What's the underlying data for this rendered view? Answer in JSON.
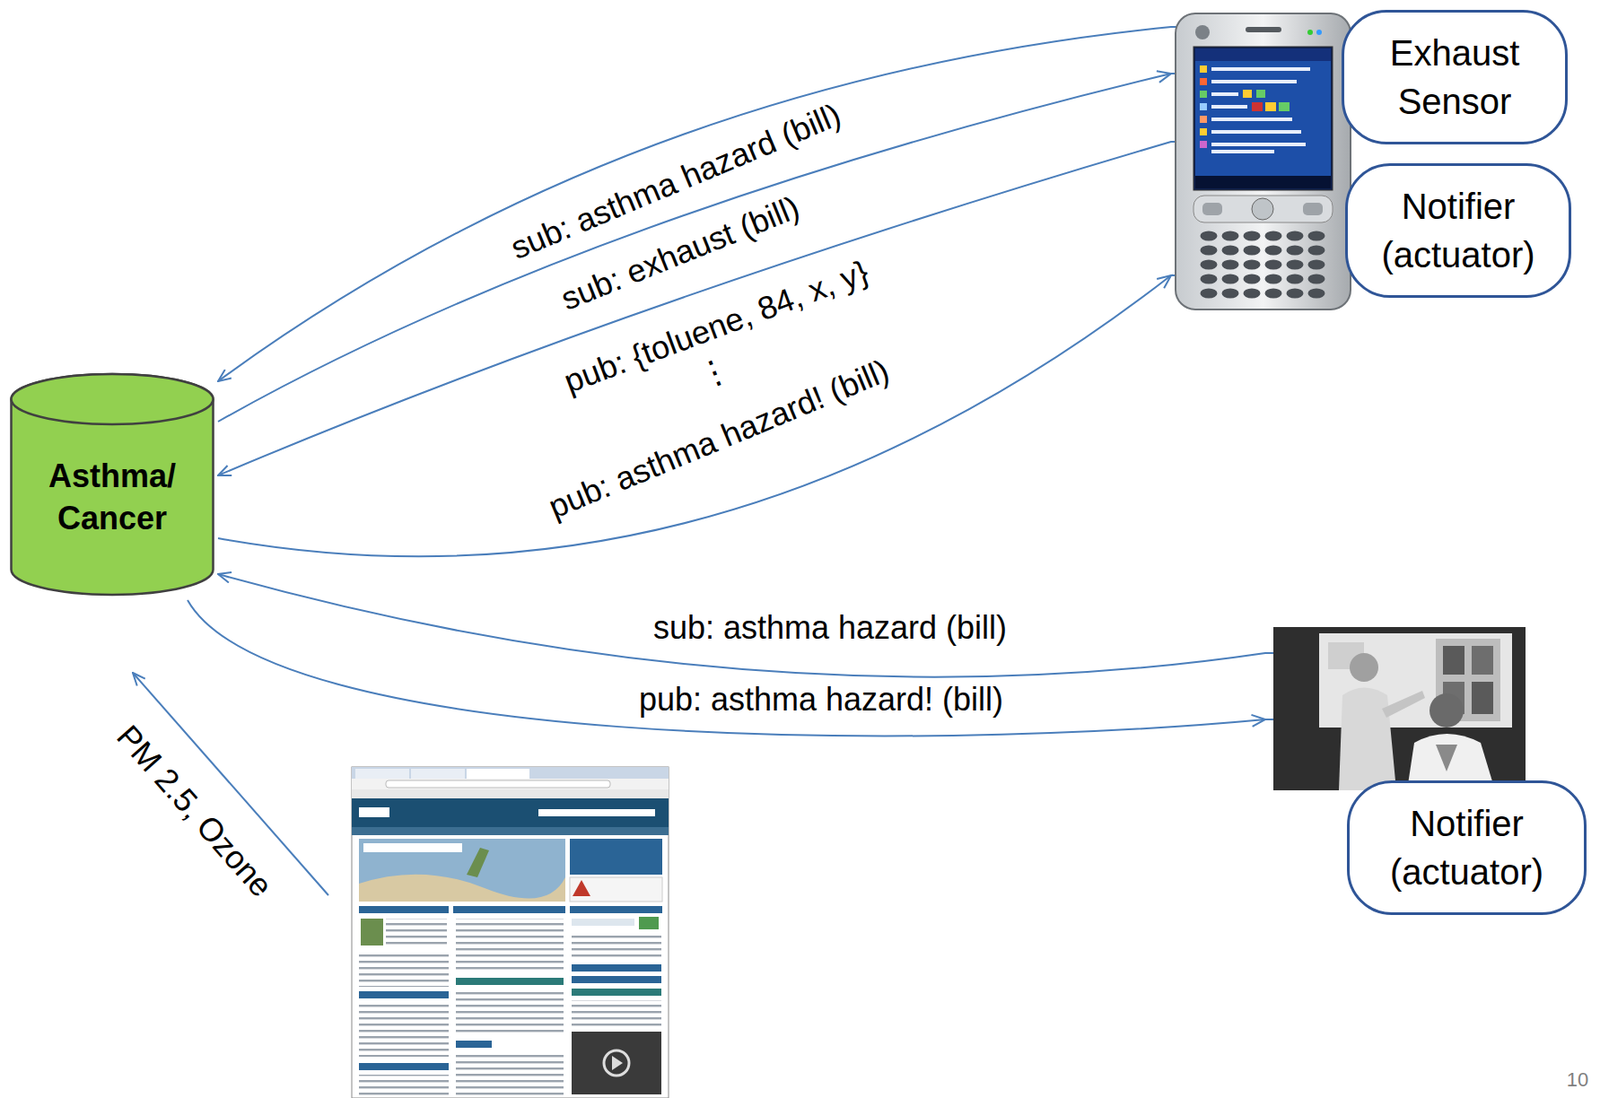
{
  "diagram": {
    "nodes": [
      {
        "text": [
          "Asthma/ Cancer"
        ]
      },
      {
        "text": [
          "Exhaust Sensor"
        ]
      },
      {
        "text": [
          "Notifier (actuator)"
        ]
      },
      {
        "text": [
          "Notifier (actuator)"
        ]
      }
    ],
    "edges": [
      {
        "from": 2,
        "to": 0,
        "label": "sub: asthma hazard (bill)",
        "arrow": "to"
      },
      {
        "from": 0,
        "to": 1,
        "label": "sub: exhaust (bill)",
        "arrow": "to"
      },
      {
        "from": 1,
        "to": 0,
        "label": "pub: {toluene, 84, x, y}",
        "arrow": "to"
      },
      {
        "from": 0,
        "to": 2,
        "label": "pub: asthma hazard! (bill)",
        "arrow": "to"
      },
      {
        "from": 3,
        "to": 0,
        "label": "sub: asthma hazard (bill)",
        "arrow": "to"
      },
      {
        "from": 0,
        "to": 3,
        "label": "pub: asthma hazard! (bill)",
        "arrow": "to"
      }
    ],
    "labels": [
      "⋮",
      "PM 2.5, Ozone",
      "10"
    ]
  }
}
